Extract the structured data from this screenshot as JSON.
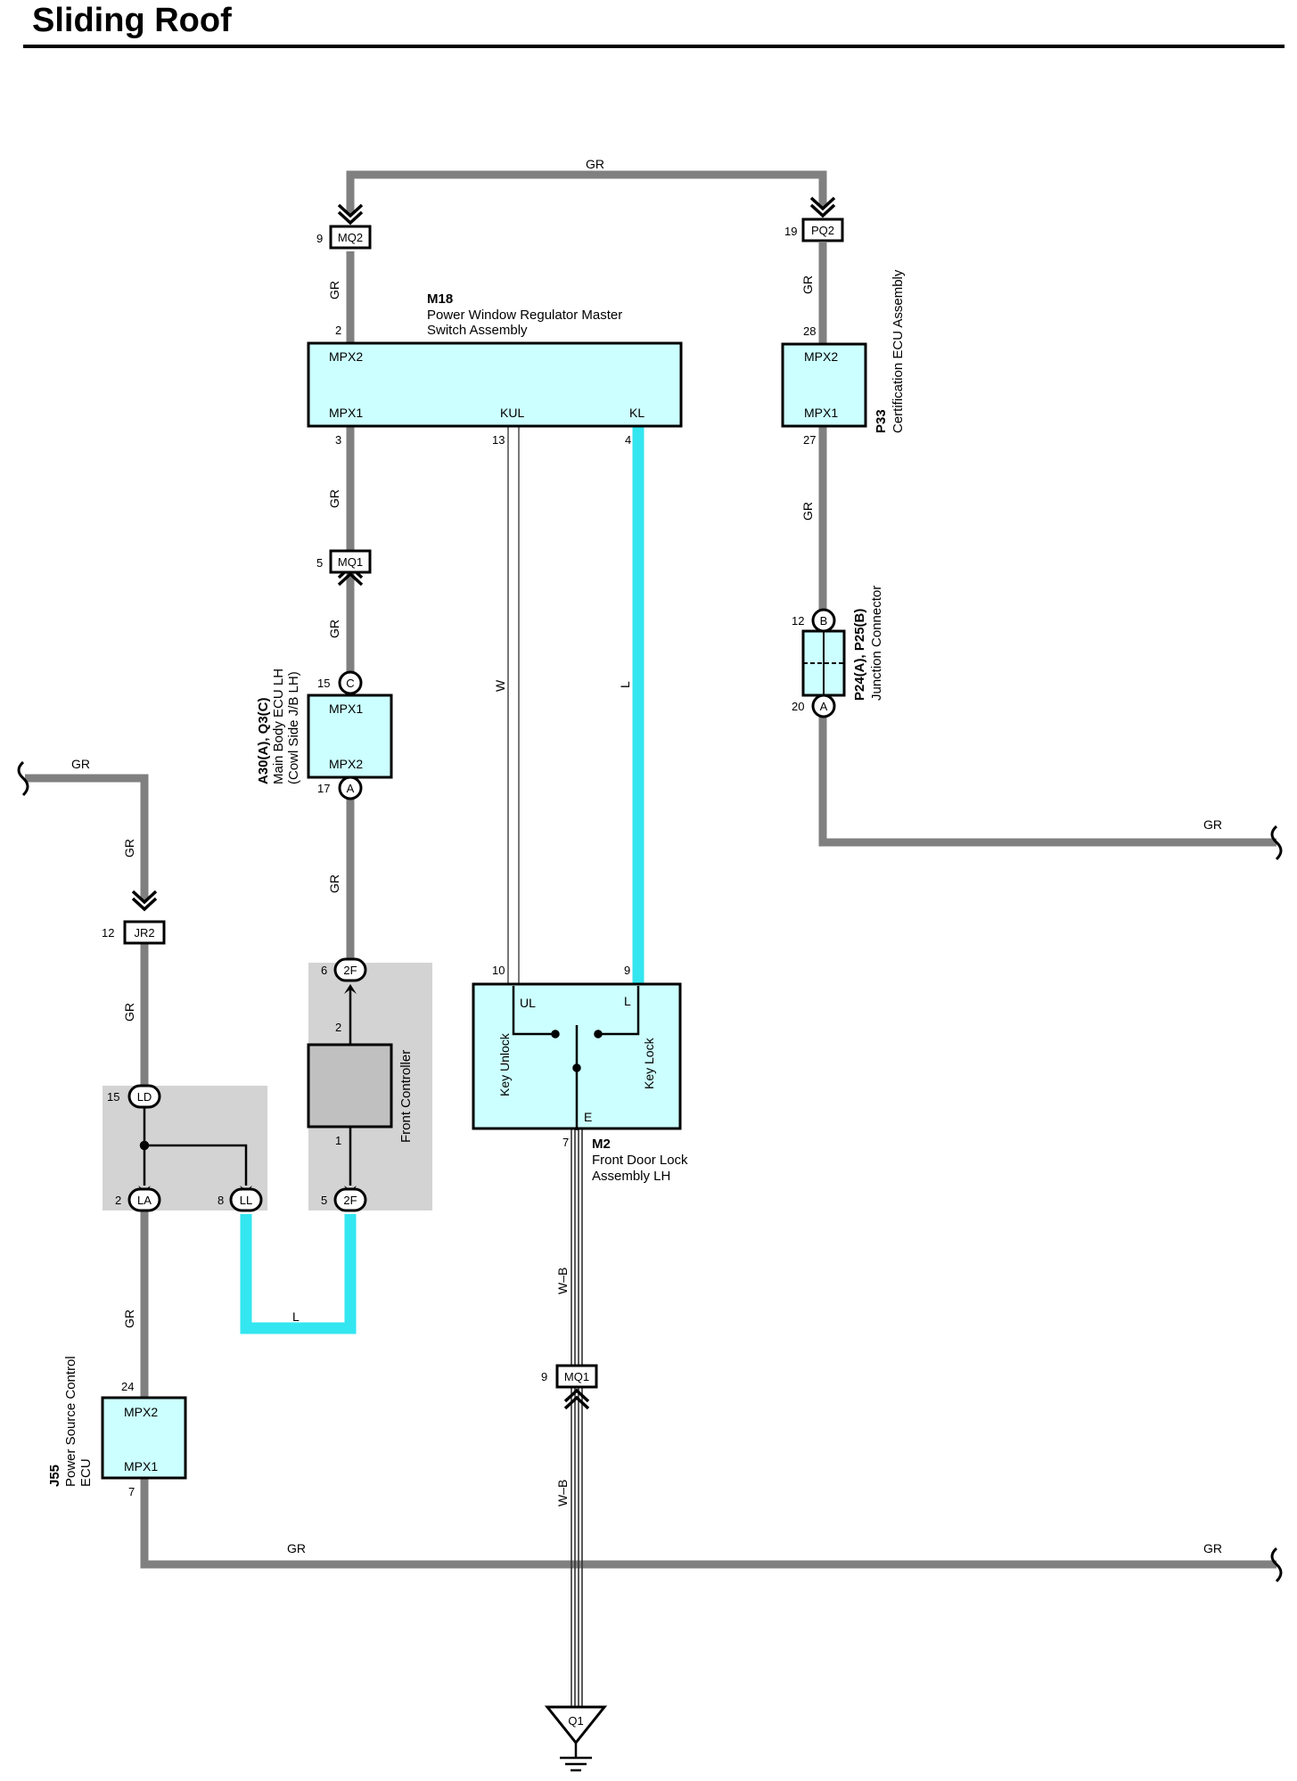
{
  "title": "Sliding Roof",
  "wire_colors": {
    "gray": "#808080",
    "cyan": "#33e6f0",
    "box_fill": "#ccffff",
    "shade": "#d3d3d3"
  },
  "components": {
    "m18": {
      "code": "M18",
      "name_line1": "Power Window Regulator Master",
      "name_line2": "Switch Assembly",
      "pin_mpx2": "MPX2",
      "pin_mpx1": "MPX1",
      "pin_kul": "KUL",
      "pin_kl": "KL"
    },
    "p33": {
      "code": "P33",
      "name": "Certification ECU Assembly",
      "pin_mpx2": "MPX2",
      "pin_mpx1": "MPX1"
    },
    "a30": {
      "code": "A30(A), Q3(C)",
      "name_line1": "Main Body ECU LH",
      "name_line2": "(Cowl Side J/B LH)",
      "pin_mpx1": "MPX1",
      "pin_mpx2": "MPX2"
    },
    "p24": {
      "code": "P24(A), P25(B)",
      "name": "Junction Connector"
    },
    "front_controller": {
      "name": "Front Controller"
    },
    "m2": {
      "code": "M2",
      "name_line1": "Front Door Lock",
      "name_line2": "Assembly LH",
      "pin_ul": "UL",
      "pin_l": "L",
      "pin_e": "E",
      "key_unlock": "Key Unlock",
      "key_lock": "Key Lock"
    },
    "j55": {
      "code": "J55",
      "name_line1": "Power Source Control",
      "name_line2": "ECU",
      "pin_mpx2": "MPX2",
      "pin_mpx1": "MPX1"
    }
  },
  "connectors": {
    "mq2": "MQ2",
    "pq2": "PQ2",
    "mq1_top": "MQ1",
    "jr2": "JR2",
    "ld": "LD",
    "la": "LA",
    "ll": "LL",
    "f2_top": "2F",
    "f2_bottom": "2F",
    "mq1_bottom": "MQ1",
    "q1": "Q1",
    "c": "C",
    "a": "A",
    "b": "B",
    "a2": "A"
  },
  "pins": {
    "p9_mq2": "9",
    "p19": "19",
    "p2_m18": "2",
    "p28": "28",
    "p3": "3",
    "p13": "13",
    "p4": "4",
    "p27": "27",
    "p5_mq1": "5",
    "p15_c": "15",
    "p17": "17",
    "p12_b": "12",
    "p20": "20",
    "p12_jr2": "12",
    "p6": "6",
    "p2_fc": "2",
    "p1_fc": "1",
    "p5_2f": "5",
    "p15_ld": "15",
    "p2_la": "2",
    "p8": "8",
    "p10": "10",
    "p9_m2": "9",
    "p7_m2": "7",
    "p24": "24",
    "p7_j55": "7",
    "p9_mq1": "9"
  },
  "wire_labels": {
    "gr": "GR",
    "w": "W",
    "l": "L",
    "wb": "W–B"
  }
}
